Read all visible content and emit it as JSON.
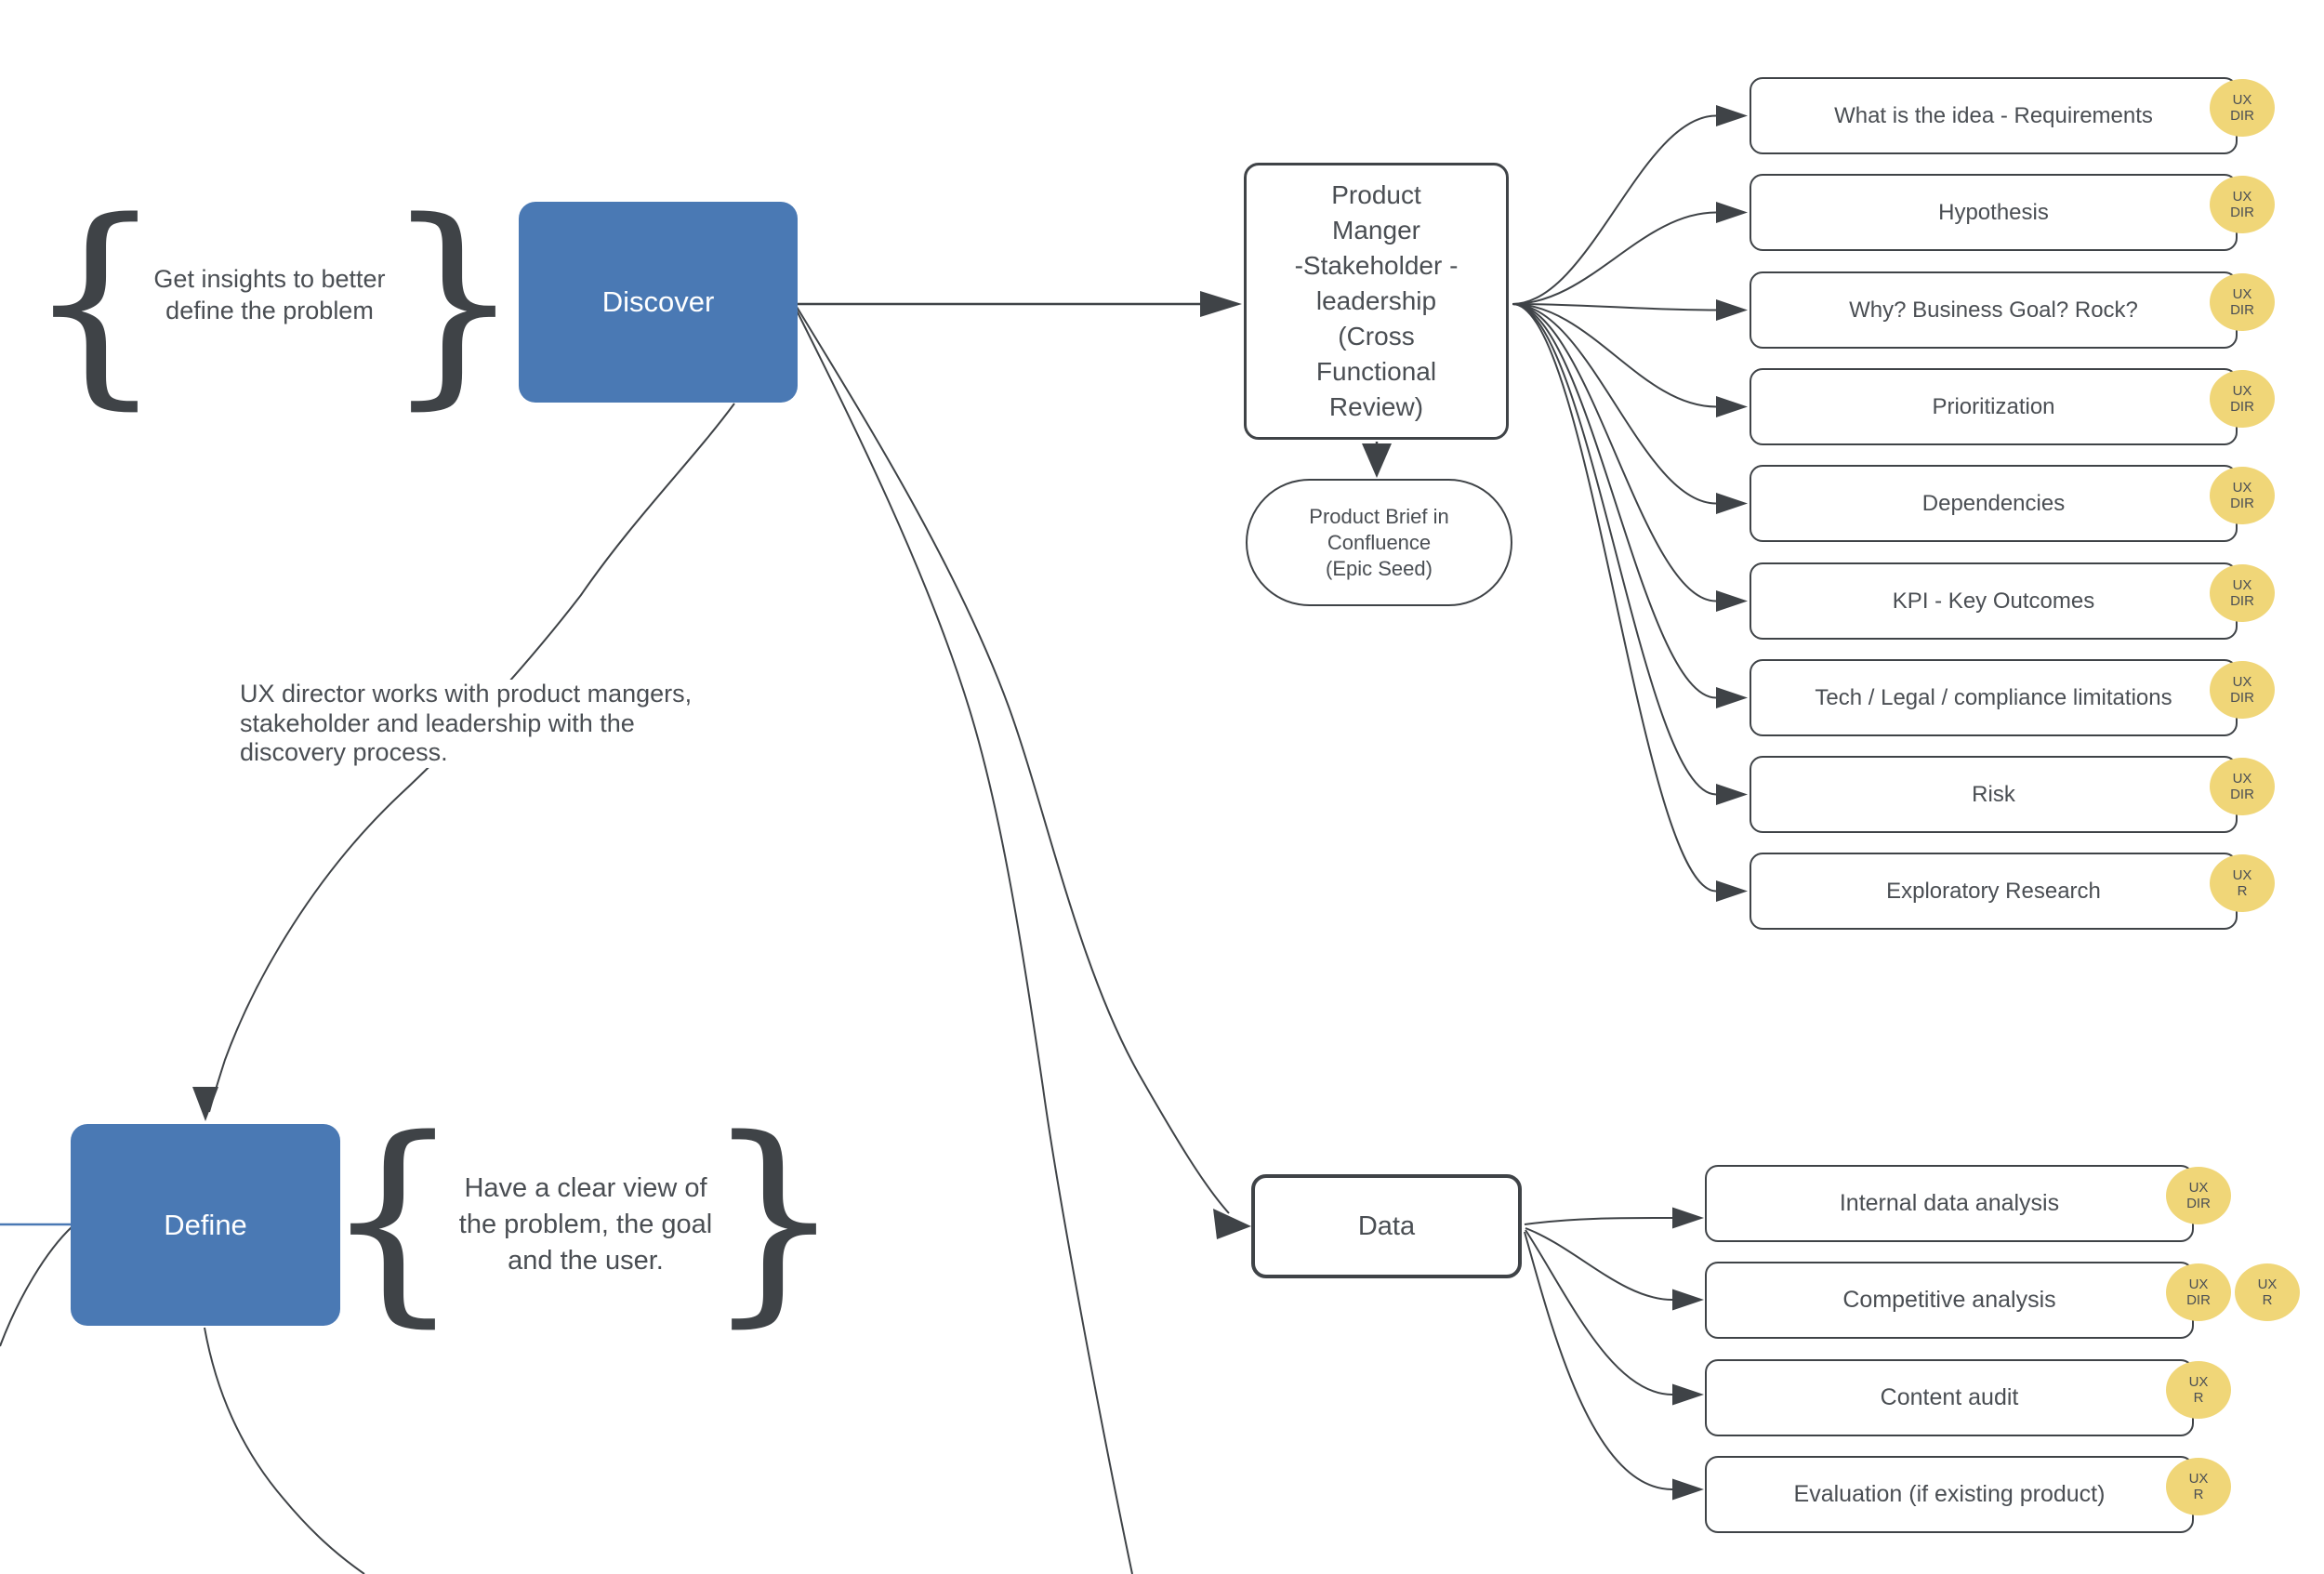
{
  "colors": {
    "node_blue": "#4A79B4",
    "badge_yellow": "#F0D678",
    "line_dark": "#3F4347",
    "text_dark": "#4A4E53"
  },
  "phases": {
    "discover": {
      "label": "Discover",
      "note": "Get insights to better\ndefine the problem"
    },
    "define": {
      "label": "Define",
      "note": "Have a clear view of\nthe problem, the goal\nand the user."
    }
  },
  "annotation": "UX director works with product mangers,\nstakeholder and leadership with the\ndiscovery process.",
  "review_node": {
    "label": "Product\nManger\n-Stakeholder -\nleadership\n(Cross\nFunctional\nReview)"
  },
  "brief_node": {
    "label": "Product Brief in\nConfluence\n(Epic Seed)"
  },
  "data_node": {
    "label": "Data"
  },
  "discovery_topics": [
    {
      "label": "What is the idea - Requirements",
      "badges": [
        "UX\nDIR"
      ]
    },
    {
      "label": "Hypothesis",
      "badges": [
        "UX\nDIR"
      ]
    },
    {
      "label": "Why? Business Goal? Rock?",
      "badges": [
        "UX\nDIR"
      ]
    },
    {
      "label": "Prioritization",
      "badges": [
        "UX\nDIR"
      ]
    },
    {
      "label": "Dependencies",
      "badges": [
        "UX\nDIR"
      ]
    },
    {
      "label": "KPI - Key Outcomes",
      "badges": [
        "UX\nDIR"
      ]
    },
    {
      "label": "Tech / Legal / compliance limitations",
      "badges": [
        "UX\nDIR"
      ]
    },
    {
      "label": "Risk",
      "badges": [
        "UX\nDIR"
      ]
    },
    {
      "label": "Exploratory Research",
      "badges": [
        "UX\nR"
      ]
    }
  ],
  "data_topics": [
    {
      "label": "Internal data analysis",
      "badges": [
        "UX\nDIR"
      ]
    },
    {
      "label": "Competitive analysis",
      "badges": [
        "UX\nDIR",
        "UX\nR"
      ]
    },
    {
      "label": "Content audit",
      "badges": [
        "UX\nR"
      ]
    },
    {
      "label": "Evaluation (if existing product)",
      "badges": [
        "UX\nR"
      ]
    }
  ]
}
